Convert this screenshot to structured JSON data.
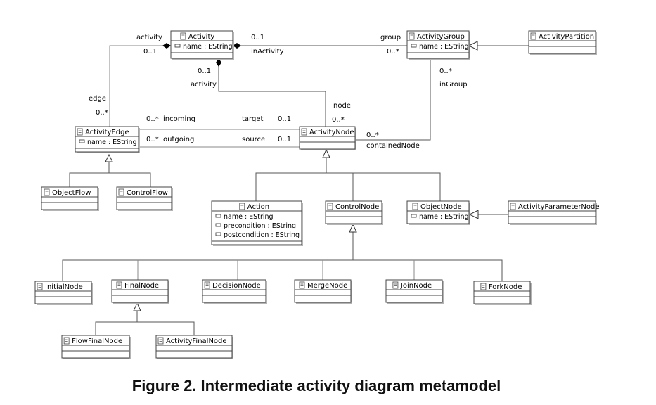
{
  "caption": "Figure 2. Intermediate activity diagram metamodel",
  "classes": {
    "Activity": {
      "name": "Activity",
      "attrs": [
        "name : EString"
      ]
    },
    "ActivityGroup": {
      "name": "ActivityGroup",
      "attrs": [
        "name : EString"
      ]
    },
    "ActivityPartition": {
      "name": "ActivityPartition",
      "attrs": []
    },
    "ActivityEdge": {
      "name": "ActivityEdge",
      "attrs": [
        "name : EString"
      ]
    },
    "ActivityNode": {
      "name": "ActivityNode",
      "attrs": []
    },
    "ObjectFlow": {
      "name": "ObjectFlow",
      "attrs": []
    },
    "ControlFlow": {
      "name": "ControlFlow",
      "attrs": []
    },
    "Action": {
      "name": "Action",
      "attrs": [
        "name : EString",
        "precondition : EString",
        "postcondition : EString"
      ]
    },
    "ControlNode": {
      "name": "ControlNode",
      "attrs": []
    },
    "ObjectNode": {
      "name": "ObjectNode",
      "attrs": [
        "name : EString"
      ]
    },
    "ActivityParameterNode": {
      "name": "ActivityParameterNode",
      "attrs": []
    },
    "InitialNode": {
      "name": "InitialNode",
      "attrs": []
    },
    "FinalNode": {
      "name": "FinalNode",
      "attrs": []
    },
    "DecisionNode": {
      "name": "DecisionNode",
      "attrs": []
    },
    "MergeNode": {
      "name": "MergeNode",
      "attrs": []
    },
    "JoinNode": {
      "name": "JoinNode",
      "attrs": []
    },
    "ForkNode": {
      "name": "ForkNode",
      "attrs": []
    },
    "FlowFinalNode": {
      "name": "FlowFinalNode",
      "attrs": []
    },
    "ActivityFinalNode": {
      "name": "ActivityFinalNode",
      "attrs": []
    }
  },
  "labels": {
    "activity_left": "activity",
    "activity_left_mult": "0..1",
    "group": "group",
    "group_mult": "0..*",
    "activity_group_mult": "0..1",
    "inActivity": "inActivity",
    "activity_node_mult": "0..1",
    "activity_node_role": "activity",
    "edge": "edge",
    "edge_mult": "0..*",
    "node": "node",
    "node_mult": "0..*",
    "incoming": "incoming",
    "incoming_mult": "0..*",
    "target": "target",
    "target_mult": "0..1",
    "outgoing": "outgoing",
    "outgoing_mult": "0..*",
    "source": "source",
    "source_mult": "0..1",
    "inGroup_mult": "0..*",
    "inGroup": "inGroup",
    "containedNode_mult": "0..*",
    "containedNode": "containedNode"
  },
  "colors": {
    "line": "#555555",
    "light_line": "#8a8a8a",
    "shadow": "#b4b4b4",
    "text": "#000000"
  }
}
